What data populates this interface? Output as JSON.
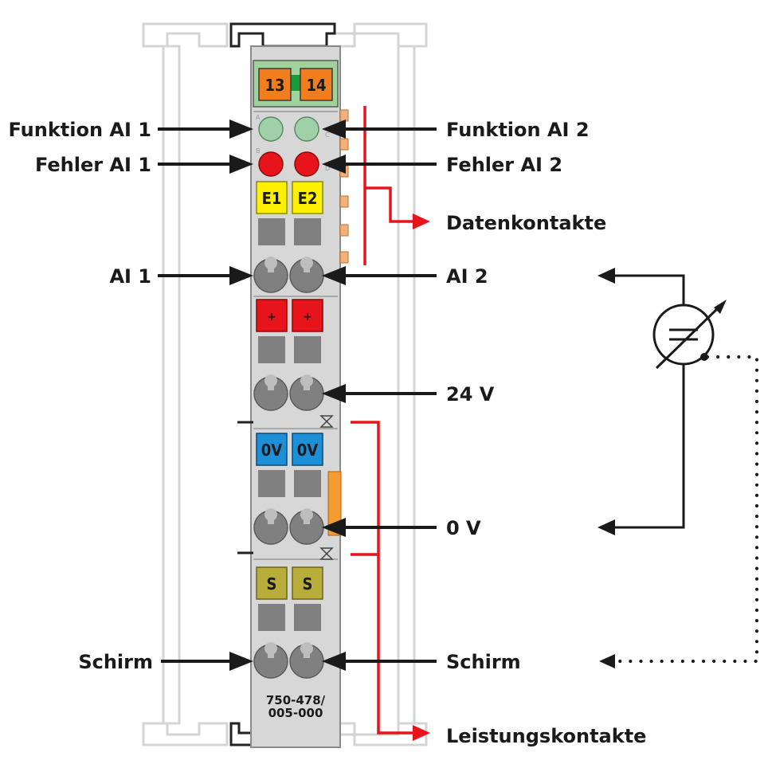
{
  "labels": {
    "funktion_ai1": "Funktion AI 1",
    "funktion_ai2": "Funktion AI 2",
    "fehler_ai1": "Fehler AI 1",
    "fehler_ai2": "Fehler AI 2",
    "datenkontakte": "Datenkontakte",
    "ai1": "AI 1",
    "ai2": "AI 2",
    "v24": "24 V",
    "v0": "0 V",
    "schirm_left": "Schirm",
    "schirm_right": "Schirm",
    "leistungskontakte": "Leistungskontakte"
  },
  "module": {
    "connector_left": "13",
    "connector_right": "14",
    "led_letter_a": "A",
    "led_letter_b": "B",
    "led_letter_c": "C",
    "led_letter_d": "D",
    "e1": "E1",
    "e2": "E2",
    "plus1": "+",
    "plus2": "+",
    "zero1": "0V",
    "zero2": "0V",
    "shield1": "S",
    "shield2": "S",
    "model_line1": "750-478/",
    "model_line2": "005-000"
  },
  "colors": {
    "housing": "#d7d7d7",
    "housing_outline": "#8a8a8a",
    "led_green": "#9fd0a8",
    "led_red": "#e8141c",
    "marker_yellow": "#ffef00",
    "marker_red": "#e8141c",
    "marker_blue": "#1c8fd6",
    "marker_olive": "#b8ad3a",
    "connector_orange": "#f07d1e",
    "connector_green": "#9fd39b",
    "accent_red": "#e8141c",
    "arrow_black": "#1a1a1a"
  }
}
